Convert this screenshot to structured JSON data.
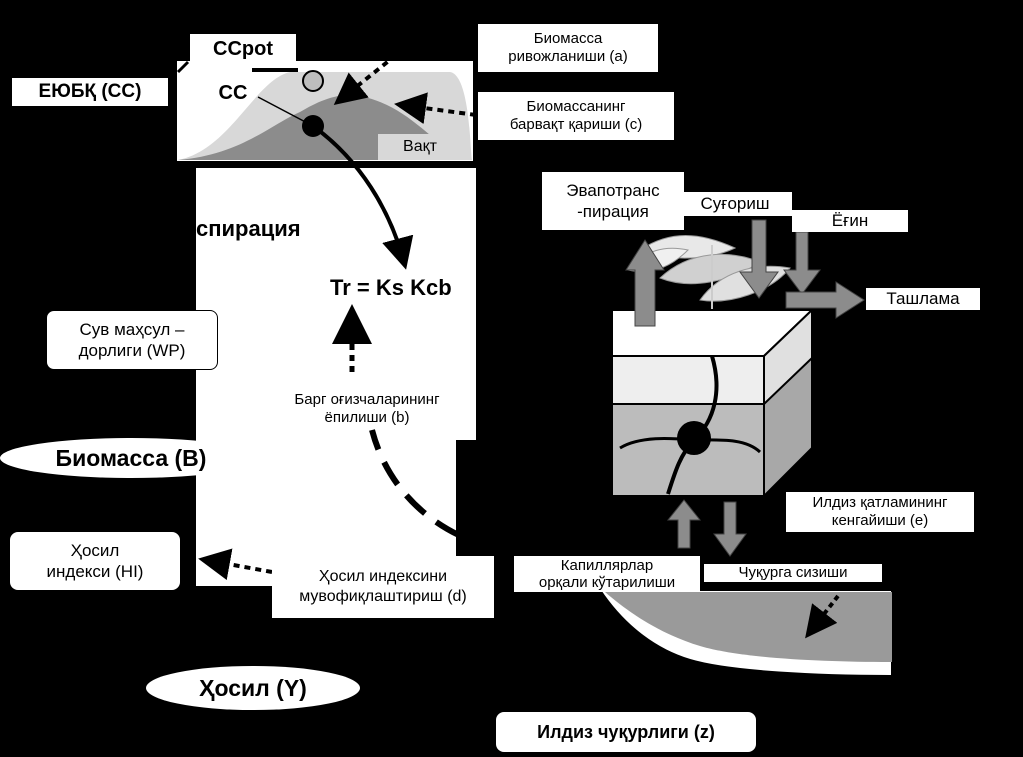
{
  "labels": {
    "ccpot": "CCpot",
    "cc": "CC",
    "time": "Вақт",
    "canopy_title": "ЕЮБҚ (CC)",
    "transpiration": "спирация",
    "tr_equation": "Tr = Ks Kcb",
    "water_productivity": "Сув маҳсул –\nдорлиги (WP)",
    "stomata": "Барг оғизчаларининг\nёпилиши (b)",
    "biomass": "Биомасса (B)",
    "harvest_index": "Ҳосил\nиндекси (HI)",
    "hi_adjust": "Ҳосил индексини\nмувофиқлаштириш (d)",
    "yield": "Ҳосил (Y)",
    "biomass_development": "Биомасса\nривожланиши (a)",
    "early_senescence": "Биомассанинг\nбарвақт қариши (c)",
    "evapotranspiration": "Эвапотранс\n-пирация",
    "irrigation": "Суғориш",
    "rain": "Ёғин",
    "runoff": "Ташлама",
    "root_expansion": "Илдиз қатламининг\nкенгайиши (e)",
    "capillary_rise": "Капиллярлар\nорқали кўтарилиши",
    "deep_percolation": "Чуқурга сизиши",
    "root_depth": "Илдиз чуқурлиги (z)"
  },
  "colors": {
    "background": "#000000",
    "panel": "#ffffff",
    "light_gray": "#d8d8d8",
    "mid_gray": "#8c8c8c",
    "dark_gray": "#555555",
    "text": "#000000"
  },
  "icons": {
    "plant": "plant-icon",
    "soil": "soil-cube-icon",
    "groundwater": "groundwater-icon"
  }
}
